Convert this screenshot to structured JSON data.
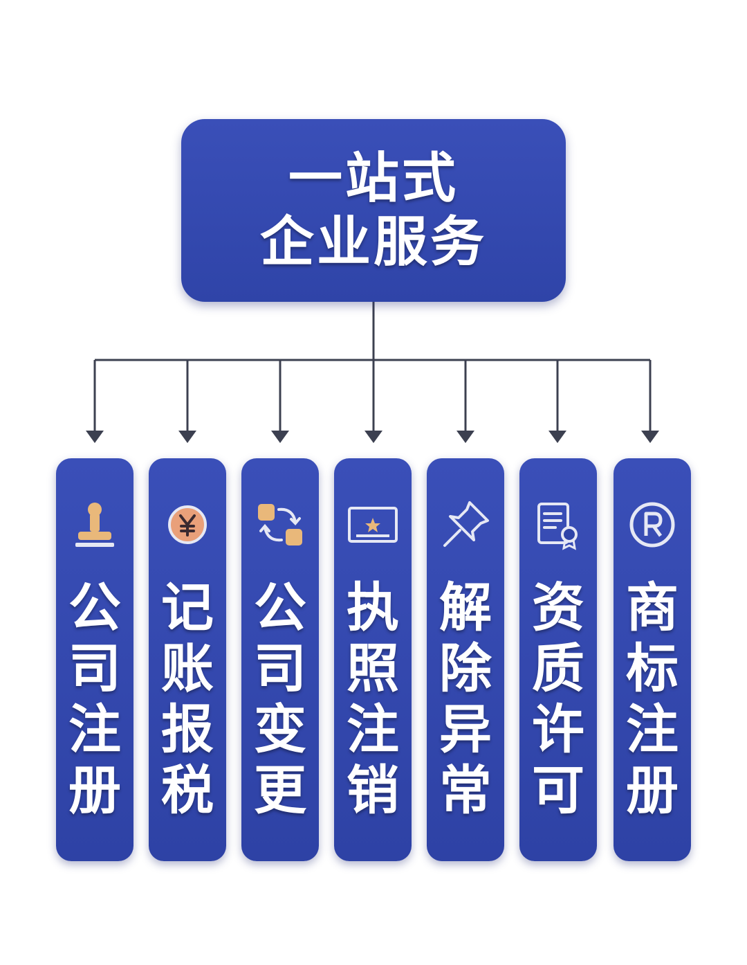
{
  "root": {
    "line1": "一站式",
    "line2": "企业服务"
  },
  "services": [
    {
      "label": "公司注册",
      "icon": "stamp-icon"
    },
    {
      "label": "记账报税",
      "icon": "yen-coin-icon"
    },
    {
      "label": "公司变更",
      "icon": "exchange-icon"
    },
    {
      "label": "执照注销",
      "icon": "license-icon"
    },
    {
      "label": "解除异常",
      "icon": "pin-icon"
    },
    {
      "label": "资质许可",
      "icon": "certificate-icon"
    },
    {
      "label": "商标注册",
      "icon": "registered-trademark-icon"
    }
  ],
  "colors": {
    "card": "#3148ac",
    "line": "#3c4050",
    "icon_outline": "#e6e8f4",
    "icon_accent": "#e9b87a"
  }
}
